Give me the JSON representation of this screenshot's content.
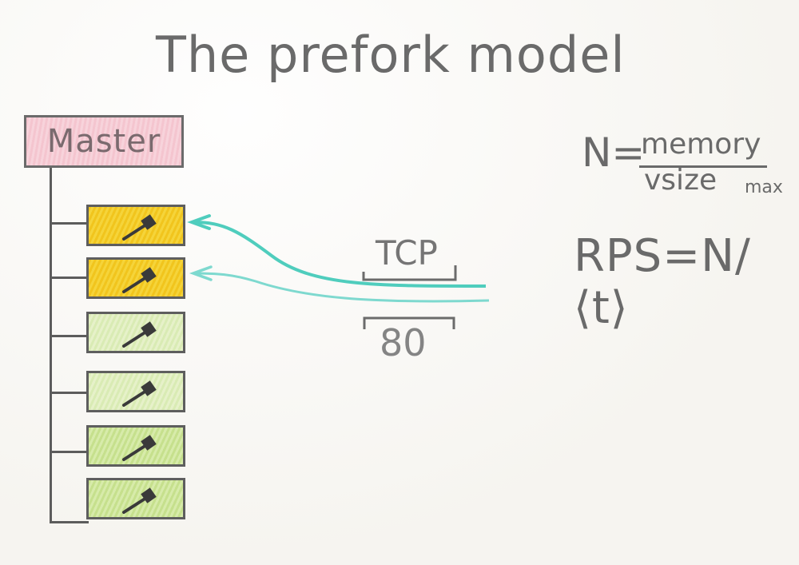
{
  "title": "The prefork model",
  "master": {
    "label": "Master"
  },
  "workers": [
    {
      "state": "busy"
    },
    {
      "state": "busy"
    },
    {
      "state": "idle"
    },
    {
      "state": "idle"
    },
    {
      "state": "idle"
    },
    {
      "state": "idle"
    }
  ],
  "connection": {
    "protocol": "TCP",
    "port": "80"
  },
  "formulas": {
    "n_lhs": "N=",
    "n_numerator": "memory",
    "n_denominator": "vsize",
    "n_denominator_sub": "max",
    "rps": "RPS=N/⟨t⟩"
  },
  "colors": {
    "master_fill": "#f6cdd6",
    "busy_fill": "#f3cc2a",
    "idle_fill": "#dcedb9",
    "tcp_arrow": "#4fcdbd",
    "pencil": "#5c5c5c"
  }
}
